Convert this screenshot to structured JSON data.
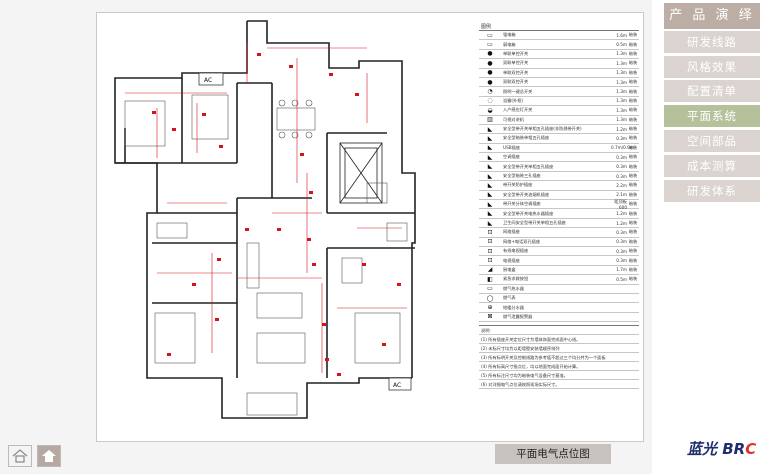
{
  "nav": {
    "title": "产 品 演 绎",
    "items": [
      {
        "label": "研发线路",
        "active": false
      },
      {
        "label": "风格效果",
        "active": false
      },
      {
        "label": "配置清单",
        "active": false
      },
      {
        "label": "平面系统",
        "active": true
      },
      {
        "label": "空间部品",
        "active": false
      },
      {
        "label": "成本测算",
        "active": false
      },
      {
        "label": "研发体系",
        "active": false
      }
    ]
  },
  "logo": {
    "text": "蓝光 BR",
    "accent": "C"
  },
  "caption": "平面电气点位图",
  "plan_labels": {
    "ac_top": "AC",
    "ac_bottom": "AC"
  },
  "legend": {
    "header": "图例",
    "rows": [
      {
        "sym": "▭",
        "name": "强电箱",
        "h": "1.6m",
        "m": "暗装"
      },
      {
        "sym": "▭",
        "name": "弱电箱",
        "h": "0.5m",
        "m": "暗装"
      },
      {
        "sym": "●",
        "name": "单联单控开关",
        "h": "1.3m",
        "m": "暗装"
      },
      {
        "sym": "●",
        "name": "双联单控开关",
        "h": "1.3m",
        "m": "暗装"
      },
      {
        "sym": "●",
        "name": "单联双控开关",
        "h": "1.3m",
        "m": "暗装"
      },
      {
        "sym": "●",
        "name": "双联双控开关",
        "h": "1.3m",
        "m": "暗装"
      },
      {
        "sym": "◔",
        "name": "照明一键总开关",
        "h": "1.3m",
        "m": "暗装"
      },
      {
        "sym": "◌",
        "name": "浴霸(外框)",
        "h": "1.3m",
        "m": "暗装"
      },
      {
        "sym": "◒",
        "name": "入户感应灯开关",
        "h": "1.3m",
        "m": "暗装"
      },
      {
        "sym": "▥",
        "name": "可视对讲机",
        "h": "1.3m",
        "m": "暗装"
      },
      {
        "sym": "◣",
        "name": "安全型带开关单相五孔插座(非防溅带开关)",
        "h": "1.2m",
        "m": "暗装"
      },
      {
        "sym": "◣",
        "name": "安全型暗装单相五孔插座",
        "h": "0.3m",
        "m": "暗装"
      },
      {
        "sym": "◣",
        "name": "USB插座",
        "h": "0.7m/0.9m",
        "m": "暗装"
      },
      {
        "sym": "◣",
        "name": "空调插座",
        "h": "0.3m",
        "m": "暗装"
      },
      {
        "sym": "◣",
        "name": "安全型带开关单相五孔插座",
        "h": "0.3m",
        "m": "暗装"
      },
      {
        "sym": "◣",
        "name": "安全型暗装三孔插座",
        "h": "0.3m",
        "m": "暗装"
      },
      {
        "sym": "◣",
        "name": "带开关防护插座",
        "h": "2.2m",
        "m": "暗装"
      },
      {
        "sym": "◣",
        "name": "安全型带开关油烟机插座",
        "h": "2.1m",
        "m": "暗装"
      },
      {
        "sym": "◣",
        "name": "带开关分体空调插座",
        "h": "距顶板600",
        "m": "暗装"
      },
      {
        "sym": "◣",
        "name": "安全型带开关电热水器插座",
        "h": "1.2m",
        "m": "暗装"
      },
      {
        "sym": "◣",
        "name": "卫生间安全型带开关单相五孔插座",
        "h": "1.2m",
        "m": "暗装"
      },
      {
        "sym": "⊡",
        "name": "网络插座",
        "h": "0.3m",
        "m": "暗装"
      },
      {
        "sym": "⊡",
        "name": "网络+电话双孔插座",
        "h": "0.3m",
        "m": "暗装"
      },
      {
        "sym": "⊡",
        "name": "有线电视插座",
        "h": "0.3m",
        "m": "暗装"
      },
      {
        "sym": "⊡",
        "name": "电视插座",
        "h": "0.3m",
        "m": "暗装"
      },
      {
        "sym": "◢",
        "name": "厨电盒",
        "h": "1.7m",
        "m": "暗装"
      },
      {
        "sym": "◧",
        "name": "紧急求救按钮",
        "h": "0.5m",
        "m": "暗装"
      },
      {
        "sym": "▭",
        "name": "燃气热水器",
        "h": "",
        "m": ""
      },
      {
        "sym": "◯",
        "name": "燃气表",
        "h": "",
        "m": ""
      },
      {
        "sym": "⊕",
        "name": "地暖分水器",
        "h": "",
        "m": ""
      },
      {
        "sym": "⊠",
        "name": "燃气泄露报警器",
        "h": "",
        "m": ""
      }
    ],
    "notes": [
      "说明:",
      "(1) 所有插座开关定位尺寸为墙体饰面完成面中心线。",
      "(2) 未标尺寸均为以距墙壁安装墙顺序排列",
      "(3) 所有标明开关及控制线路为参考值不超过三个均分并为一个面板",
      "(4) 所有标高尺寸指点位，均以地面完成面开始计算。",
      "(5) 所有标注尺寸均为暗装电气设备尺寸基准。",
      "(6) 对详细电气点位请按照现场实际尺寸。"
    ]
  },
  "buttons": {
    "home": "home",
    "back": "back"
  }
}
